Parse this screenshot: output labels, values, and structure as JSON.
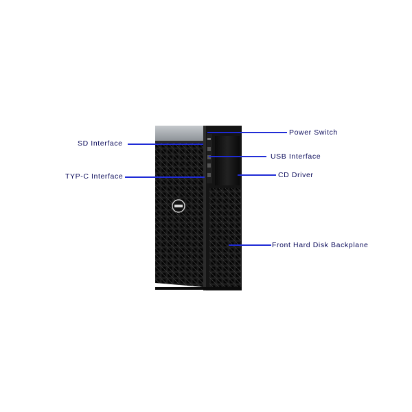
{
  "labels": {
    "sd_interface": "SD Interface",
    "typec_interface": "TYP-C Interface",
    "power_switch": "Power Switch",
    "usb_interface": "USB Interface",
    "cd_driver": "CD Driver",
    "front_hdd_backplane": "Front Hard Disk Backplane"
  },
  "colors": {
    "leader_line": "#1f2bd6",
    "label_text": "#0a0a5a",
    "chassis_mesh": "#161616",
    "top_cap": "#9aa0a6"
  }
}
